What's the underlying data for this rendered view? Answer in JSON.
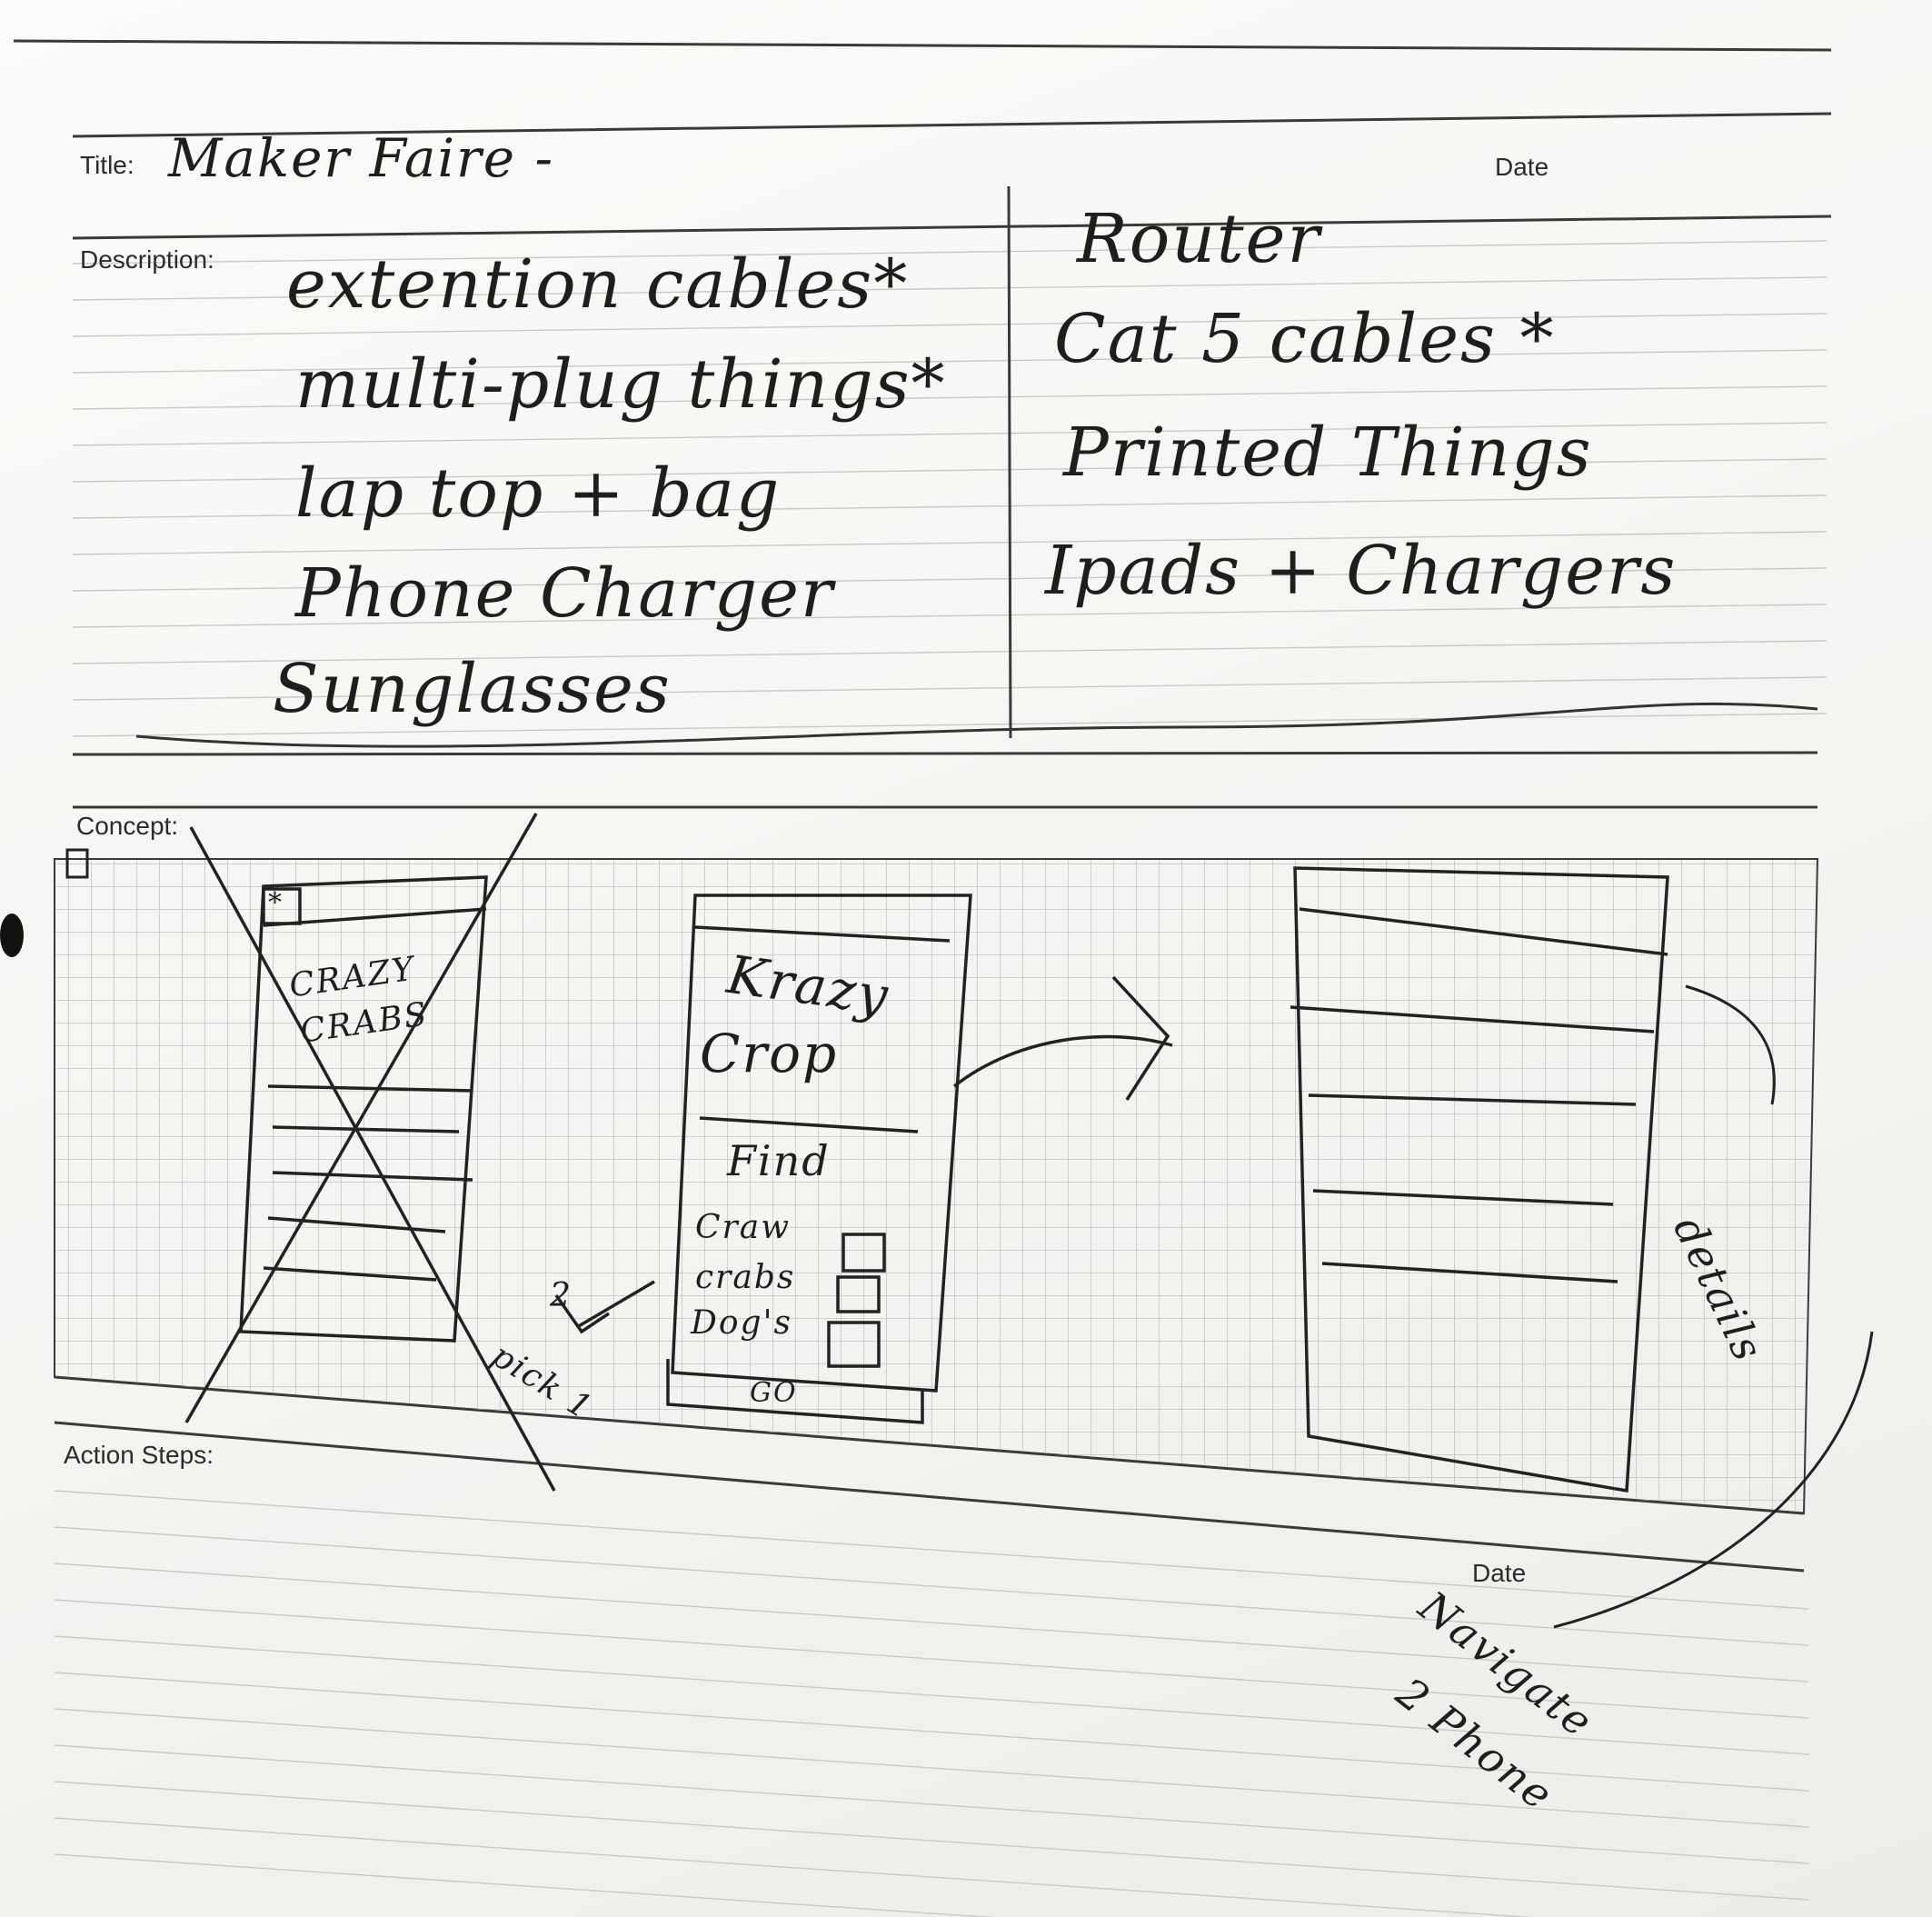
{
  "form": {
    "title_label": "Title:",
    "description_label": "Description:",
    "date_label": "Date",
    "concept_label": "Concept:",
    "action_steps_label": "Action Steps:",
    "date_label_2": "Date"
  },
  "handwriting": {
    "title": "Maker Faire -",
    "list_left": [
      "extention cables*",
      "multi-plug things*",
      "lap top + bag",
      "Phone Charger",
      "Sunglasses"
    ],
    "list_right": [
      "Router",
      "Cat 5 cables *",
      "Printed Things",
      "Ipads + Chargers"
    ]
  },
  "sketches": {
    "crossed_screen": {
      "star": "*",
      "line1": "CRAZY",
      "line2": "CRABS"
    },
    "app_screen": {
      "title_line1": "Krazy",
      "title_line2": "Crop",
      "find": "Find",
      "option1": "Craw",
      "option2": "crabs",
      "option3": "Dog's",
      "go": "GO"
    },
    "annotations": {
      "number": "2",
      "pick_one": "pick 1",
      "details": "details",
      "navigate_line1": "Navigate",
      "navigate_line2": "2 Phone"
    }
  }
}
